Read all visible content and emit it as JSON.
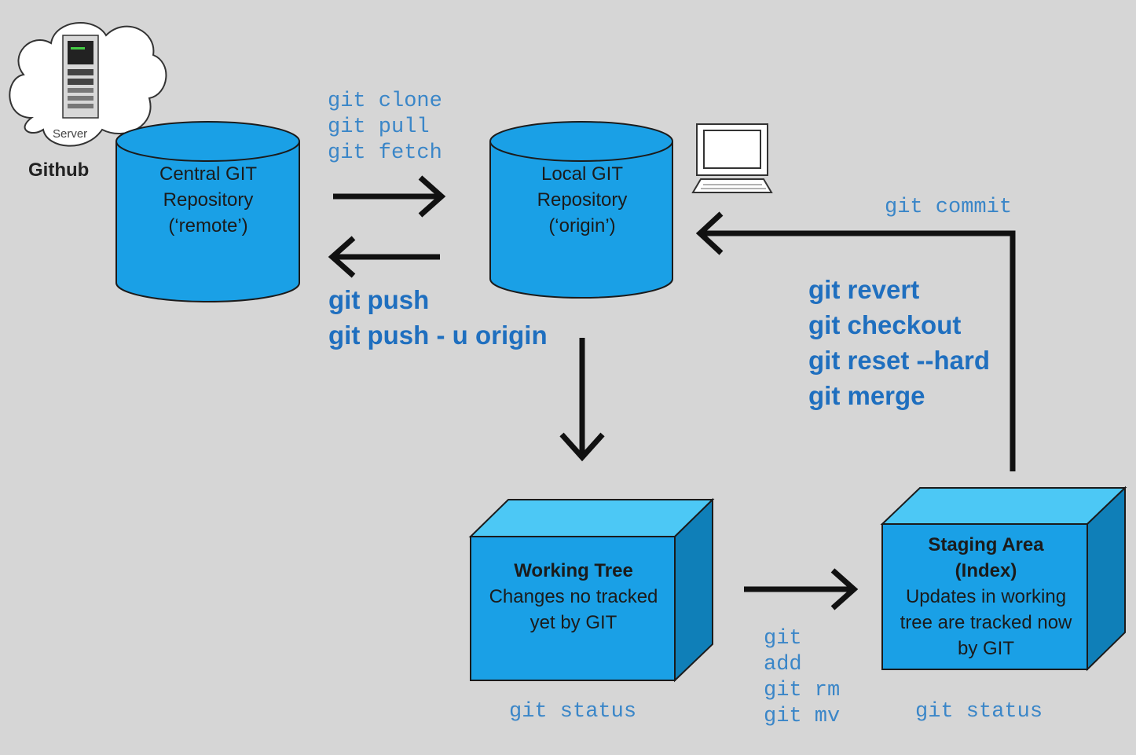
{
  "colors": {
    "background": "#d6d6d6",
    "box_fill": "#1aa0e6",
    "box_top": "#4cc8f5",
    "box_side": "#0f7fb8",
    "command_blue": "#1f6fbf",
    "mono_blue": "#3a86c8",
    "arrow": "#111111"
  },
  "github": {
    "server_label": "Server",
    "title": "Github"
  },
  "central_repo": {
    "lines": [
      "Central GIT",
      "Repository",
      "(‘remote’)"
    ]
  },
  "local_repo": {
    "lines": [
      "Local GIT",
      "Repository",
      "(‘origin’)"
    ]
  },
  "working_tree": {
    "title": "Working Tree",
    "lines": [
      "Changes no tracked",
      "yet by GIT"
    ],
    "status": "git status"
  },
  "staging_area": {
    "title_lines": [
      "Staging Area",
      "(Index)"
    ],
    "lines": [
      "Updates in working",
      "tree are tracked now",
      "by GIT"
    ],
    "status": "git status"
  },
  "commands": {
    "fetch_group": [
      "git clone",
      "git pull",
      "git fetch"
    ],
    "push_group": [
      "git push",
      "git push - u origin"
    ],
    "commit": "git commit",
    "revert_group": [
      "git revert",
      "git checkout",
      "git reset --hard",
      "git merge"
    ],
    "add_group": [
      "git",
      "add",
      "git rm",
      "git mv"
    ]
  },
  "icons": {
    "server": "server-tower-icon",
    "computer": "desktop-computer-icon",
    "cloud": "cloud-icon"
  }
}
